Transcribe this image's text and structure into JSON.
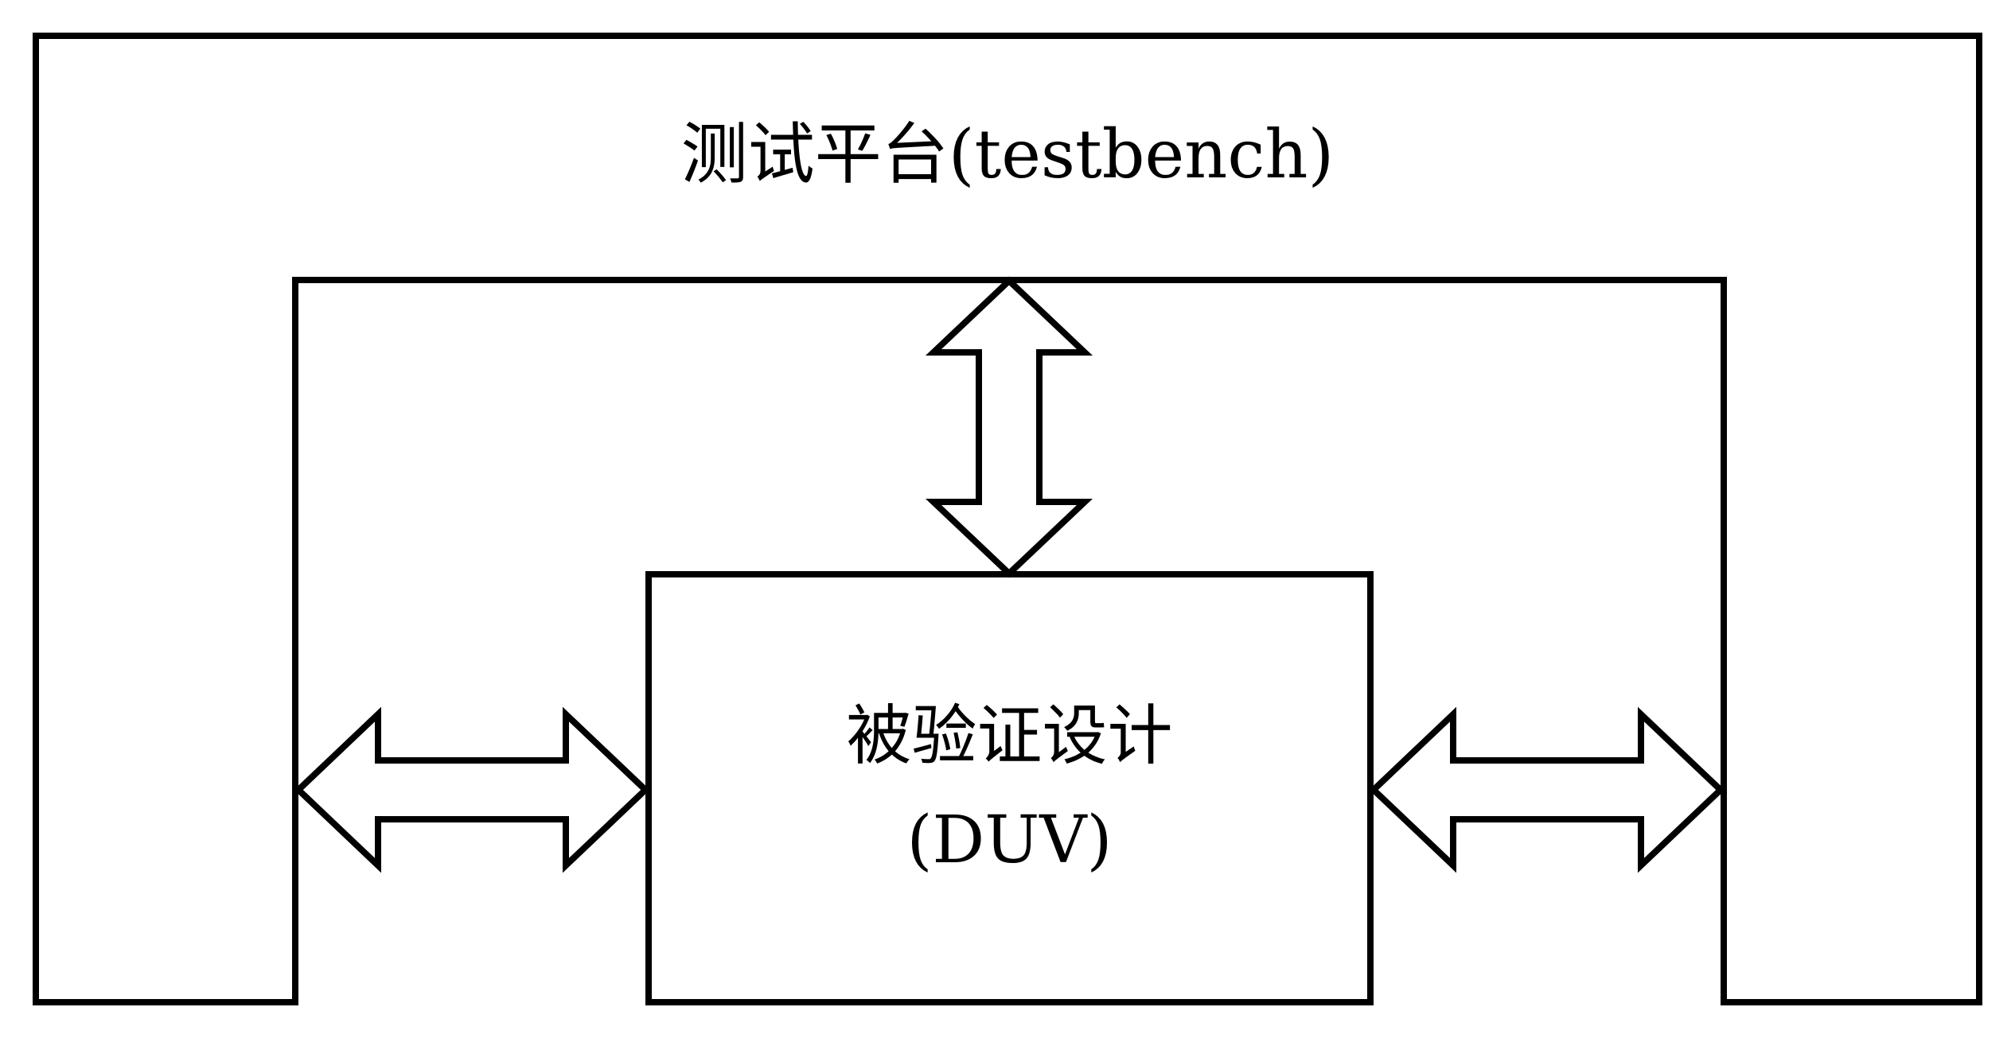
{
  "diagram": {
    "background_color": "#ffffff",
    "line_color": "#000000",
    "testbench_box": {
      "label": "测试平台(testbench)"
    },
    "duv_box": {
      "label_line1": "被验证设计",
      "label_line2": "(DUV)"
    },
    "arrows": {
      "top": "bidirectional-vertical-arrow",
      "left": "bidirectional-horizontal-arrow",
      "right": "bidirectional-horizontal-arrow"
    }
  }
}
